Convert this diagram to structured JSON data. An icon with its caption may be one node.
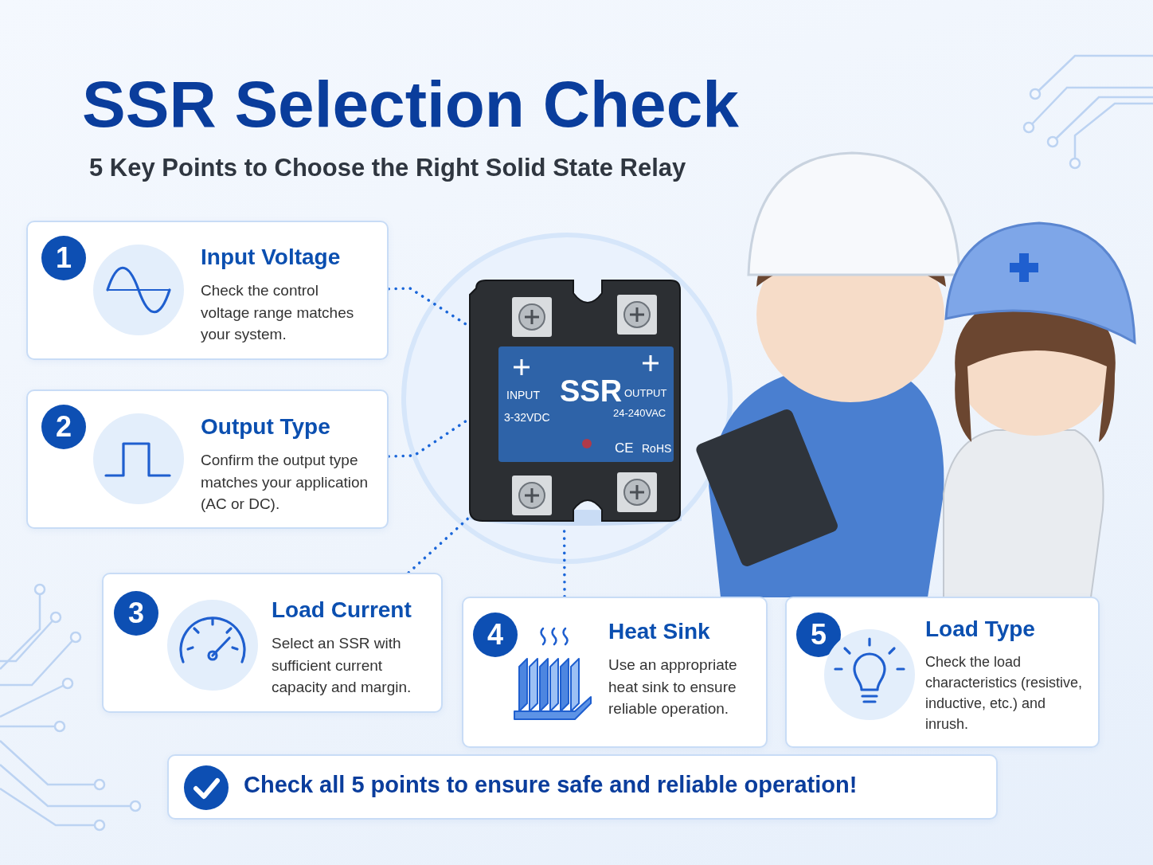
{
  "diagram": {
    "title": "SSR Selection Check",
    "nodes": [
      {
        "text": [
          "1",
          "Input Voltage",
          "Check the control voltage range matches your system."
        ]
      },
      {
        "text": [
          "2",
          "Output Type",
          "Confirm the output type matches your application (AC or DC)."
        ]
      },
      {
        "text": [
          "3",
          "Load Current",
          "Select an SSR with sufficient current capacity and margin."
        ]
      },
      {
        "text": [
          "4",
          "Heat Sink",
          "Use an appropriate heat sink to ensure reliable operation."
        ]
      },
      {
        "text": [
          "5",
          "Load Type",
          "Check the load characteristics (resistive, inductive, etc.) and inrush."
        ]
      },
      {
        "text": [
          "INPUT",
          "3-32VDC",
          "SSR",
          "OUTPUT",
          "24-240VAC",
          "CE",
          "RoHS"
        ]
      },
      {
        "text": [
          "Check all 5 points to ensure safe and reliable operation!"
        ]
      }
    ],
    "edges": [
      {
        "from": 0,
        "to": 5,
        "arrow": "none",
        "style": "dashed"
      },
      {
        "from": 1,
        "to": 5,
        "arrow": "none",
        "style": "dashed"
      },
      {
        "from": 2,
        "to": 5,
        "arrow": "none",
        "style": "dashed"
      },
      {
        "from": 3,
        "to": 5,
        "arrow": "none",
        "style": "dashed"
      }
    ],
    "labels": [
      "5 Key Points to Choose the Right Solid State Relay"
    ]
  }
}
